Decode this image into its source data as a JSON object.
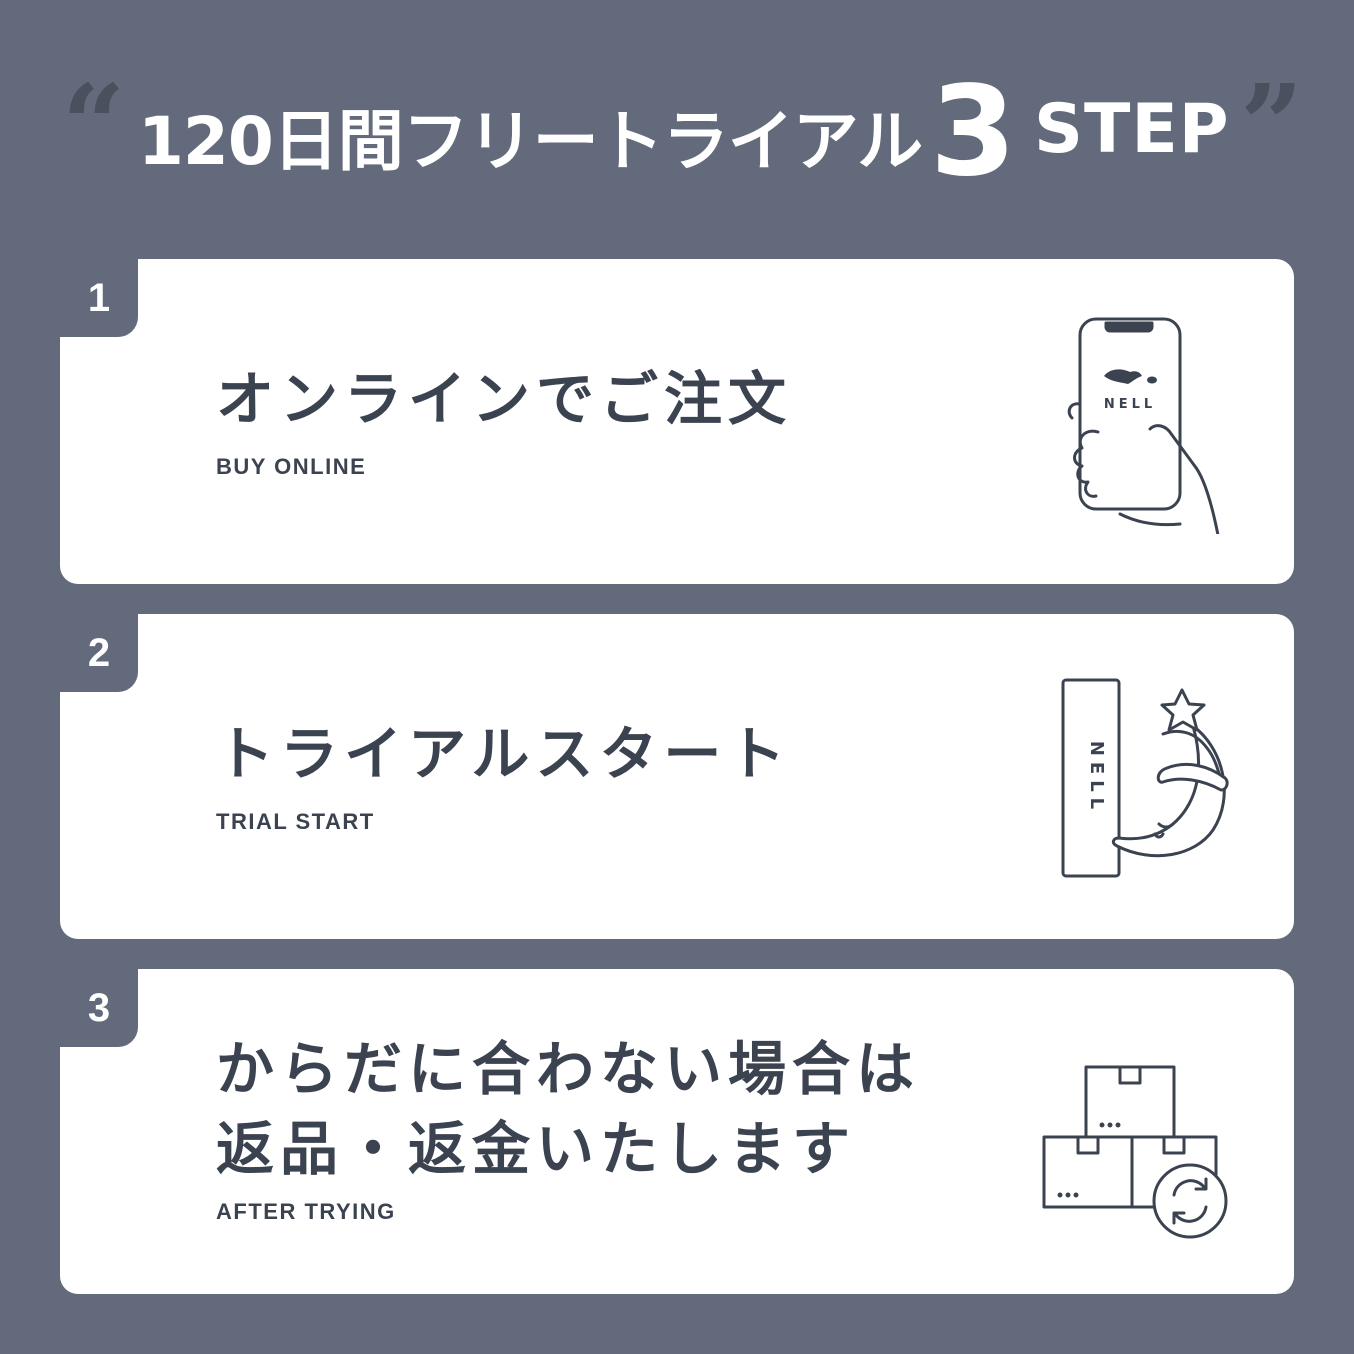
{
  "header": {
    "quote_open": "“",
    "title": "120日間フリートライアル",
    "number": "3",
    "step": "STEP",
    "quote_close": "”"
  },
  "steps": [
    {
      "number": "1",
      "title": "オンラインでご注文",
      "subtitle": "BUY ONLINE",
      "icon": "phone-hand-icon",
      "icon_text": "NELL"
    },
    {
      "number": "2",
      "title": "トライアルスタート",
      "subtitle": "TRIAL START",
      "icon": "mattress-moon-icon",
      "icon_text": "NELL"
    },
    {
      "number": "3",
      "title_line1": "からだに合わない場合は",
      "title_line2": "返品・返金いたします",
      "subtitle": "AFTER TRYING",
      "icon": "boxes-return-icon"
    }
  ],
  "colors": {
    "background": "#626a7b",
    "card": "#ffffff",
    "text": "#3c4350",
    "icon_stroke": "#3c4350"
  }
}
